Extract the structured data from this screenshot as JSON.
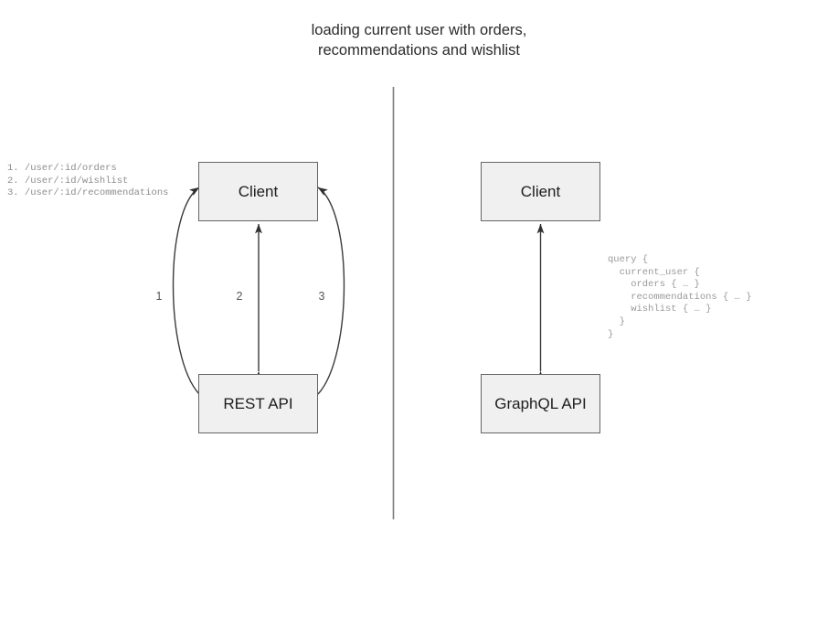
{
  "title": {
    "text": "loading current user with orders,\nrecommendations and wishlist"
  },
  "rest_side": {
    "endpoints_text": "1. /user/:id/orders\n2. /user/:id/wishlist\n3. /user/:id/recommendations",
    "endpoints": [
      {
        "number": "1.",
        "path": "/user/:id/orders"
      },
      {
        "number": "2.",
        "path": "/user/:id/wishlist"
      },
      {
        "number": "3.",
        "path": "/user/:id/recommendations"
      }
    ],
    "client_label": "Client",
    "api_label": "REST API",
    "edge_labels": [
      "1",
      "2",
      "3"
    ]
  },
  "graphql_side": {
    "client_label": "Client",
    "api_label": "GraphQL API",
    "query_text": "query {\n  current_user {\n    orders { … }\n    recommendations { … }\n    wishlist { … }\n  }\n}"
  },
  "colors": {
    "node_fill": "#f0f0f0",
    "node_border": "#666666",
    "edge_stroke": "#3a3a3a",
    "divider": "#7a7a7a",
    "code_text": "#9a9a9a",
    "title_text": "#2b2b2b"
  }
}
